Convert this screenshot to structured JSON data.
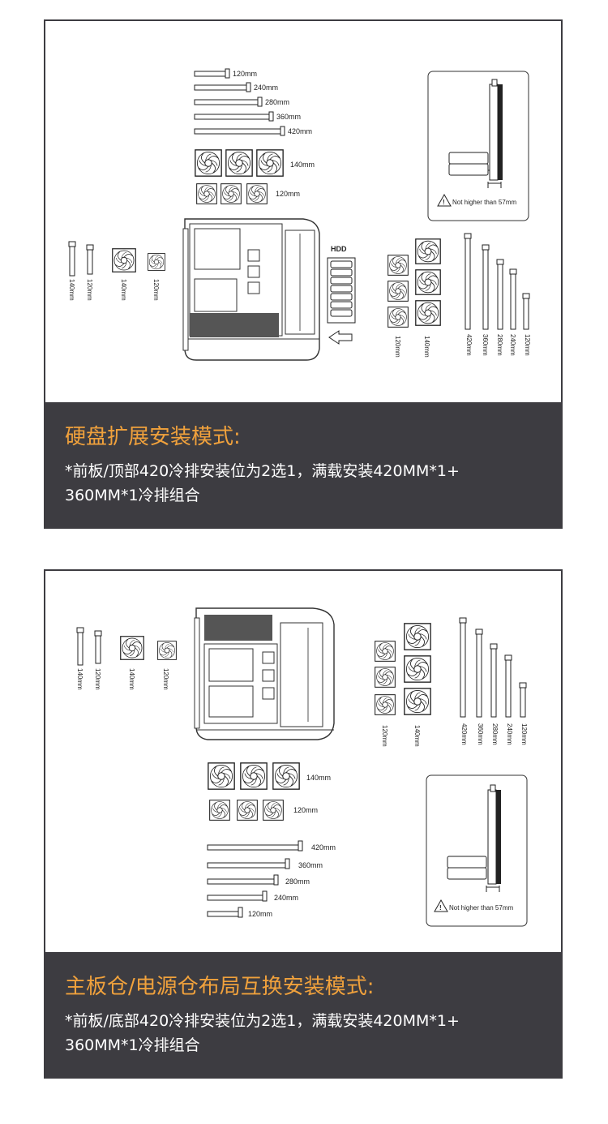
{
  "panels": [
    {
      "title": "硬盘扩展安装模式:",
      "desc_line1": "*前板/顶部420冷排安装位为2选1，满载安装420MM*1+",
      "desc_line2": " 360MM*1冷排组合",
      "radiator_sizes": [
        "120mm",
        "240mm",
        "280mm",
        "360mm",
        "420mm"
      ],
      "fan_rows": [
        "140mm",
        "120mm"
      ],
      "left_labels": [
        "140mm",
        "120mm",
        "140mm",
        "120mm"
      ],
      "hdd_label": "HDD",
      "right_fan_labels": [
        "120mm",
        "140mm"
      ],
      "right_rad_labels": [
        "420mm",
        "360mm",
        "280mm",
        "240mm",
        "120mm"
      ],
      "clearance_note": "Not higher than 57mm"
    },
    {
      "title": "主板仓/电源仓布局互换安装模式:",
      "desc_line1": "*前板/底部420冷排安装位为2选1，满载安装420MM*1+",
      "desc_line2": " 360MM*1冷排组合",
      "radiator_sizes": [
        "420mm",
        "360mm",
        "280mm",
        "240mm",
        "120mm"
      ],
      "fan_rows": [
        "140mm",
        "120mm"
      ],
      "left_labels": [
        "140mm",
        "120mm",
        "140mm",
        "120mm"
      ],
      "right_fan_labels": [
        "120mm",
        "140mm"
      ],
      "right_rad_labels": [
        "420mm",
        "360mm",
        "280mm",
        "240mm",
        "120mm"
      ],
      "clearance_note": "Not higher than 57mm"
    }
  ]
}
